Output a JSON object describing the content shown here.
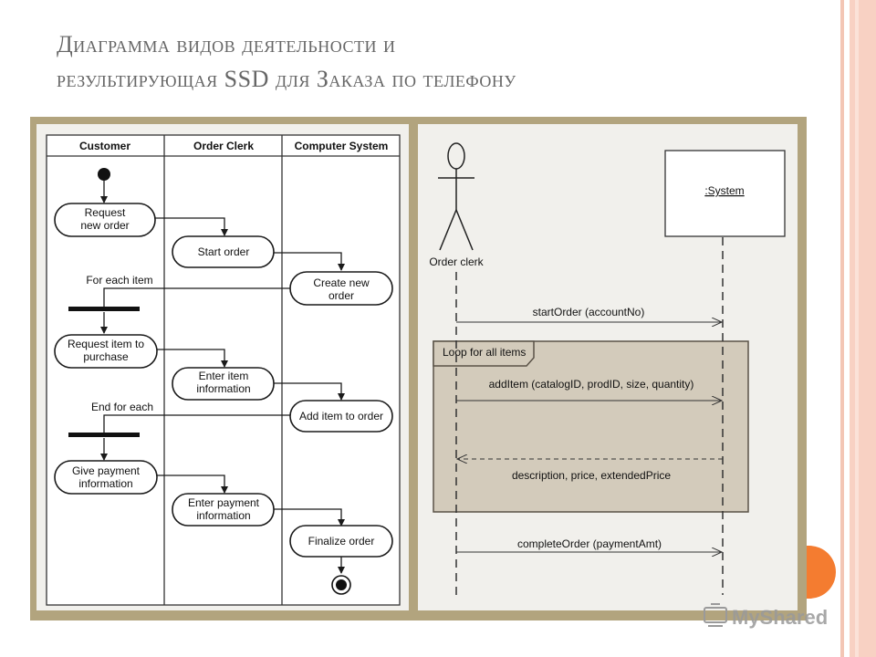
{
  "slide": {
    "title_line1": "Диаграмма видов деятельности и",
    "title_line2": "результирующая SSD для Заказа по телефону"
  },
  "activity": {
    "lanes": [
      "Customer",
      "Order Clerk",
      "Computer System"
    ],
    "activities": [
      {
        "line1": "Request",
        "line2": "new order"
      },
      {
        "line1": "Start order",
        "line2": ""
      },
      {
        "line1": "Create new",
        "line2": "order"
      },
      {
        "line1": "Request item to",
        "line2": "purchase"
      },
      {
        "line1": "Enter item",
        "line2": "information"
      },
      {
        "line1": "Add item to order",
        "line2": ""
      },
      {
        "line1": "Give payment",
        "line2": "information"
      },
      {
        "line1": "Enter payment",
        "line2": "information"
      },
      {
        "line1": "Finalize order",
        "line2": ""
      }
    ],
    "guards": [
      "For each item",
      "End for each"
    ]
  },
  "ssd": {
    "actor": "Order clerk",
    "system": ":System",
    "loop_label": "Loop for all items",
    "messages": [
      "startOrder (accountNo)",
      "addItem (catalogID, prodID, size, quantity)",
      "description, price, extendedPrice",
      "completeOrder (paymentAmt)"
    ]
  },
  "watermark": {
    "text": "MyShared"
  },
  "colors": {
    "frame": "#b2a47e",
    "panel": "#f1f0ec",
    "lane_bg": "#ffffff",
    "loop_fill": "#d3cbbb",
    "loop_border": "#5a5247",
    "accent_orange": "#f47c30",
    "stripe_pink": "#f6c7b6"
  },
  "icons": [
    "start-node-icon",
    "end-node-icon",
    "actor-icon",
    "logo-icon"
  ]
}
